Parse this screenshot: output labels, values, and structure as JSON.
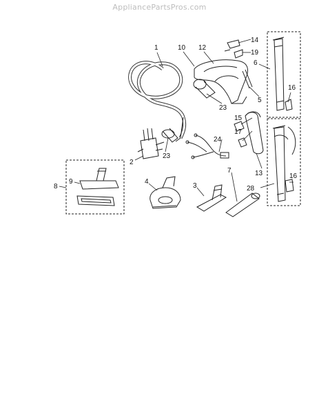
{
  "watermark": "AppliancePartsPros.com",
  "callouts": {
    "p1": "1",
    "p2": "2",
    "p3": "3",
    "p4": "4",
    "p5": "5",
    "p6": "6",
    "p7": "7",
    "p8": "8",
    "p9": "9",
    "p10": "10",
    "p12": "12",
    "p13": "13",
    "p14": "14",
    "p15": "15",
    "p16a": "16",
    "p16b": "16",
    "p17": "17",
    "p19": "19",
    "p23a": "23",
    "p23b": "23",
    "p24": "24",
    "p28": "28"
  }
}
